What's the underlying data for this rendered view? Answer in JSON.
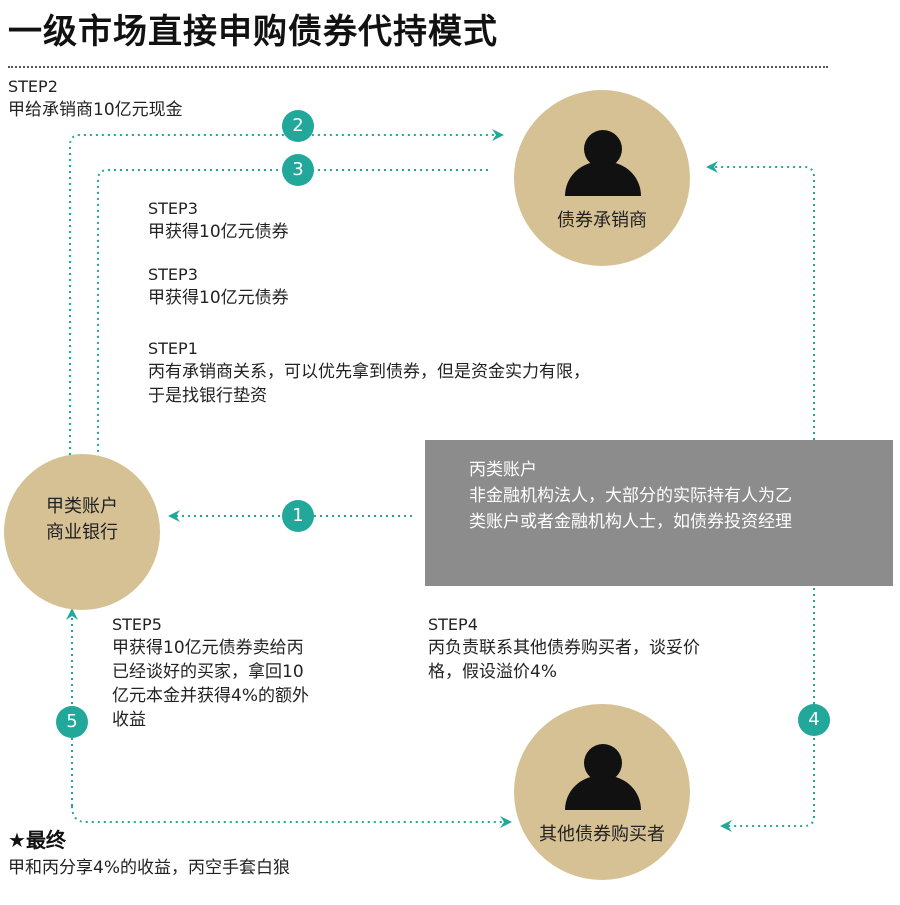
{
  "title": "一级市场直接申购债券代持模式",
  "step2": {
    "step": "STEP2",
    "text": "甲给承销商10亿元现金"
  },
  "step3a": {
    "step": "STEP3",
    "text": "甲获得10亿元债券"
  },
  "step3b": {
    "step": "STEP3",
    "text": "甲获得10亿元债券"
  },
  "step1": {
    "step": "STEP1",
    "line1": "丙有承销商关系，可以优先拿到债券，但是资金实力有限，",
    "line2": "于是找银行垫资"
  },
  "underwriter": {
    "label": "债券承销商"
  },
  "bank": {
    "line1": "甲类账户",
    "line2": "商业银行"
  },
  "buyers": {
    "label": "其他债券购买者"
  },
  "account_c": {
    "title": "丙类账户",
    "line1": "非金融机构法人，大部分的实际持有人为乙",
    "line2": "类账户或者金融机构人士，如债券投资经理"
  },
  "step5": {
    "step": "STEP5",
    "line1": "甲获得10亿元债券卖给丙",
    "line2": "已经谈好的买家，拿回10",
    "line3": "亿元本金并获得4%的额外",
    "line4": "收益"
  },
  "step4": {
    "step": "STEP4",
    "line1": "丙负责联系其他债券购买者，谈妥价",
    "line2": "格，假设溢价4%"
  },
  "final": {
    "star": "★",
    "title": "最终",
    "text": "甲和丙分享4%的收益，丙空手套白狼"
  },
  "badges": {
    "b1": "1",
    "b2": "2",
    "b3": "3",
    "b4": "4",
    "b5": "5"
  },
  "colors": {
    "teal": "#22a89a",
    "circle": "#d6c195",
    "gray_box": "#8c8c8c"
  }
}
